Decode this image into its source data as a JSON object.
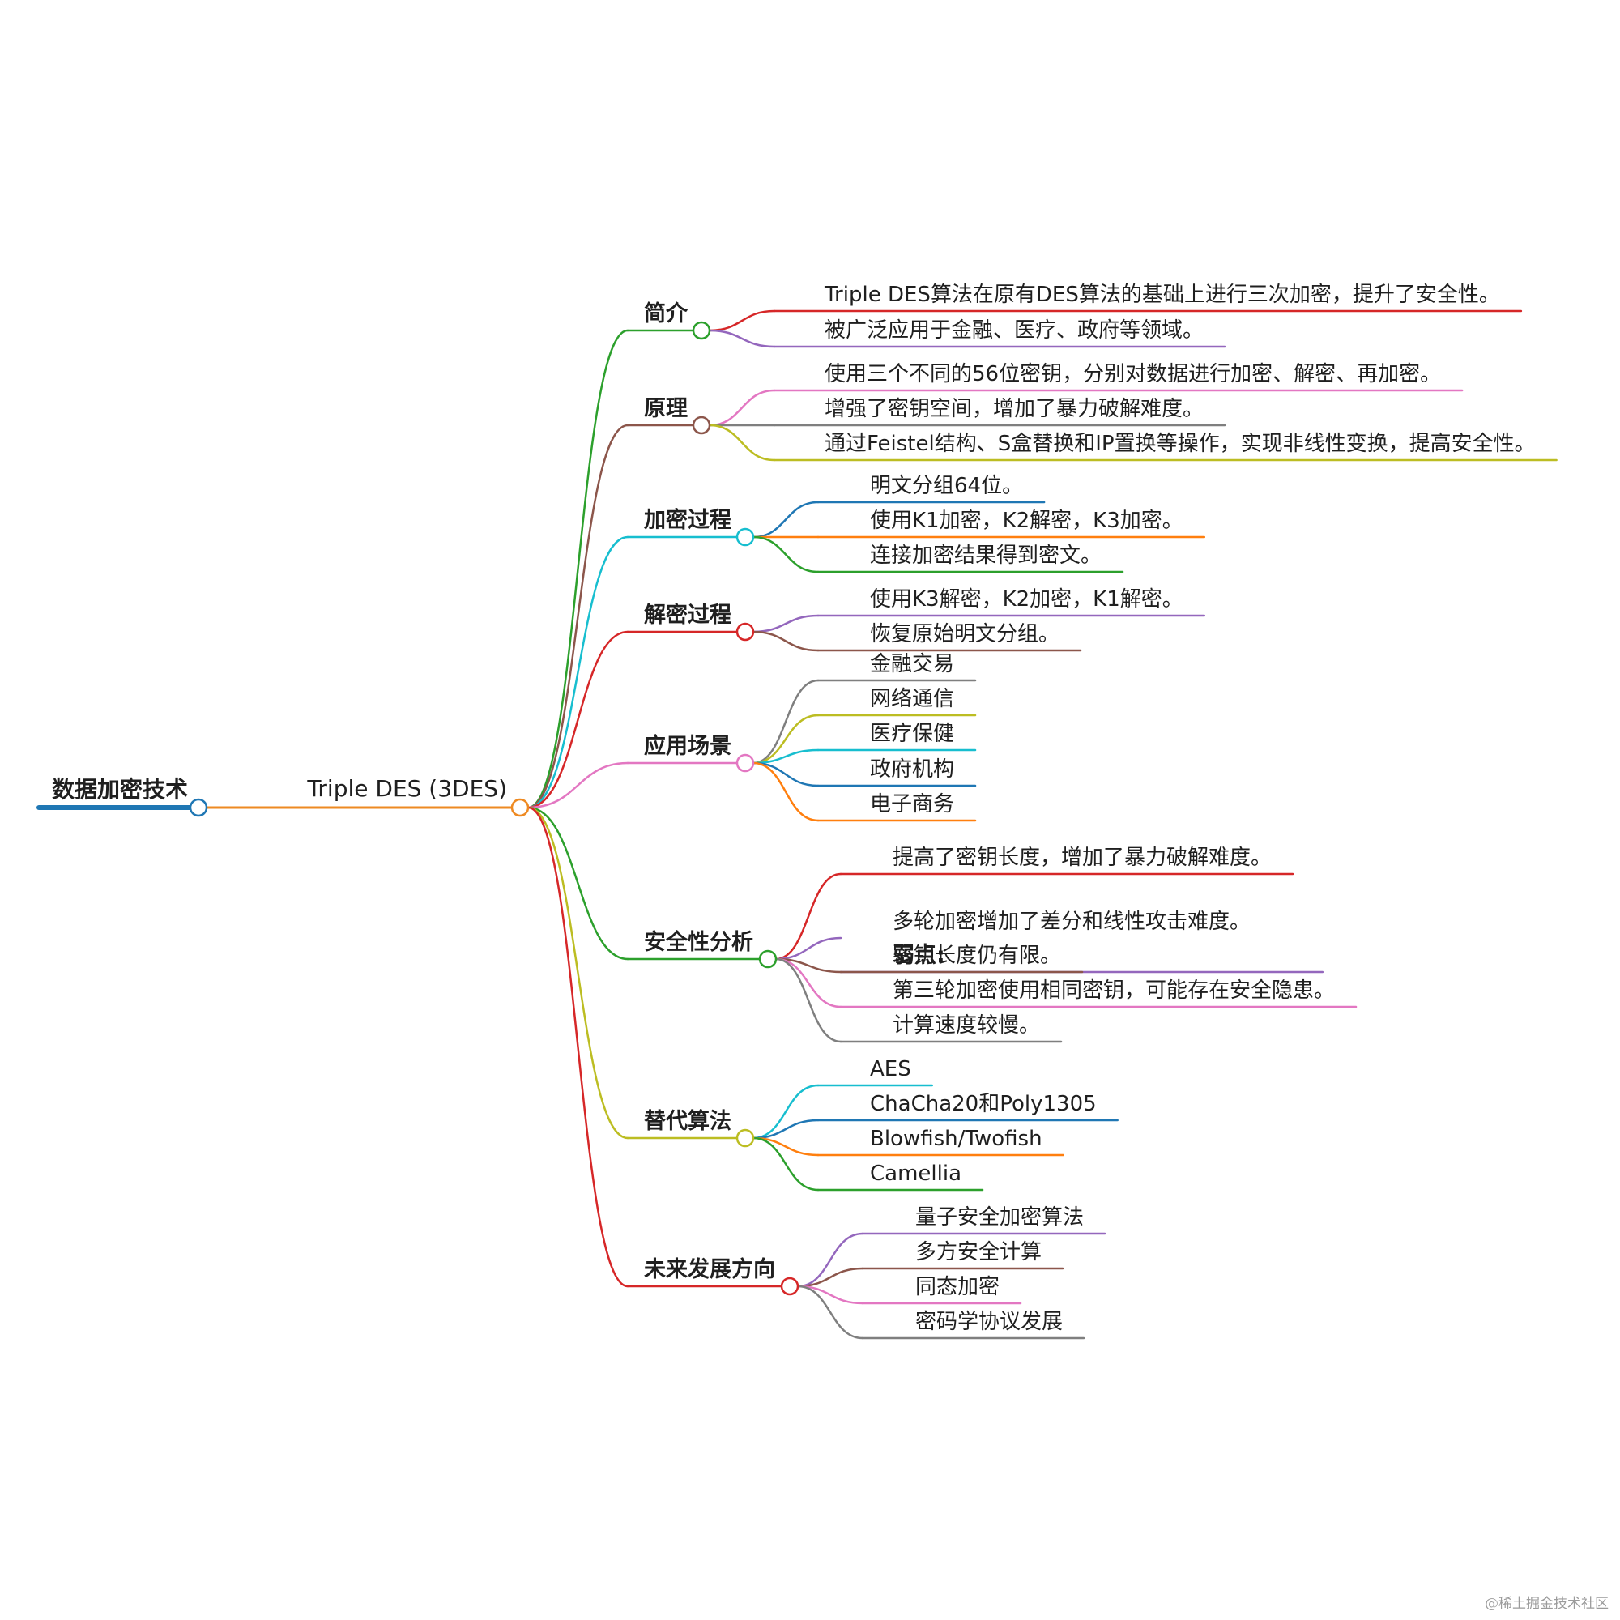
{
  "colors": {
    "root": "#1f77b4",
    "l1": "#ee8a22",
    "green": "#2ca02c",
    "brown": "#8c564b",
    "cyan": "#17becf",
    "red": "#d62728",
    "pink": "#e377c2",
    "olive": "#bcbd22",
    "purple": "#9467bd",
    "blue": "#1f77b4",
    "orange": "#ff7f0e",
    "gray": "#7f7f7f"
  },
  "root": {
    "label": "数据加密技术"
  },
  "topic": {
    "label": "Triple DES (3DES)"
  },
  "branches": [
    {
      "label": "简介",
      "color": "green",
      "children": [
        {
          "label": "Triple DES算法在原有DES算法的基础上进行三次加密，提升了安全性。",
          "color": "red"
        },
        {
          "label": "被广泛应用于金融、医疗、政府等领域。",
          "color": "purple"
        }
      ]
    },
    {
      "label": "原理",
      "color": "brown",
      "children": [
        {
          "label": "使用三个不同的56位密钥，分别对数据进行加密、解密、再加密。",
          "color": "pink"
        },
        {
          "label": "增强了密钥空间，增加了暴力破解难度。",
          "color": "gray"
        },
        {
          "label": "通过Feistel结构、S盒替换和IP置换等操作，实现非线性变换，提高安全性。",
          "color": "olive"
        }
      ]
    },
    {
      "label": "加密过程",
      "color": "cyan",
      "children": [
        {
          "label": "明文分组64位。",
          "color": "blue"
        },
        {
          "label": "使用K1加密，K2解密，K3加密。",
          "color": "orange"
        },
        {
          "label": "连接加密结果得到密文。",
          "color": "green"
        }
      ]
    },
    {
      "label": "解密过程",
      "color": "red",
      "children": [
        {
          "label": "使用K3解密，K2加密，K1解密。",
          "color": "purple"
        },
        {
          "label": "恢复原始明文分组。",
          "color": "brown"
        }
      ]
    },
    {
      "label": "应用场景",
      "color": "pink",
      "children": [
        {
          "label": "金融交易",
          "color": "gray"
        },
        {
          "label": "网络通信",
          "color": "olive"
        },
        {
          "label": "医疗保健",
          "color": "cyan"
        },
        {
          "label": "政府机构",
          "color": "blue"
        },
        {
          "label": "电子商务",
          "color": "orange"
        }
      ]
    },
    {
      "label": "安全性分析",
      "color": "green",
      "children": [
        {
          "label": "提高了密钥长度，增加了暴力破解难度。",
          "color": "red"
        },
        {
          "label": "多轮加密增加了差分和线性攻击难度。",
          "label2": "弱点:",
          "color": "purple"
        },
        {
          "label": "密钥长度仍有限。",
          "color": "brown"
        },
        {
          "label": "第三轮加密使用相同密钥，可能存在安全隐患。",
          "color": "pink"
        },
        {
          "label": "计算速度较慢。",
          "color": "gray"
        }
      ]
    },
    {
      "label": "替代算法",
      "color": "olive",
      "children": [
        {
          "label": "AES",
          "color": "cyan"
        },
        {
          "label": "ChaCha20和Poly1305",
          "color": "blue"
        },
        {
          "label": "Blowfish/Twofish",
          "color": "orange"
        },
        {
          "label": "Camellia",
          "color": "green"
        }
      ]
    },
    {
      "label": "未来发展方向",
      "color": "red",
      "children": [
        {
          "label": "量子安全加密算法",
          "color": "purple"
        },
        {
          "label": "多方安全计算",
          "color": "brown"
        },
        {
          "label": "同态加密",
          "color": "pink"
        },
        {
          "label": "密码学协议发展",
          "color": "gray"
        }
      ]
    }
  ],
  "watermark": "@稀土掘金技术社区"
}
